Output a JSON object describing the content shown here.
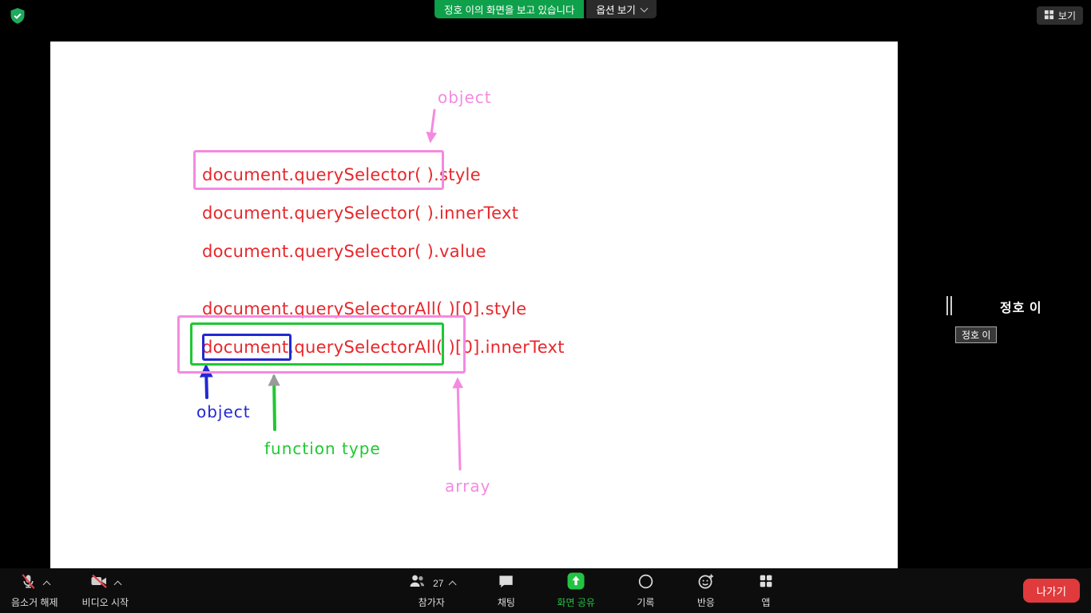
{
  "top_bar": {
    "banner_text": "정호 이의 화면을 보고 있습니다",
    "options_button": "옵션 보기",
    "view_button": "보기"
  },
  "shared": {
    "code_lines": [
      "document.querySelector( ).style",
      "document.querySelector( ).innerText",
      "document.querySelector( ).value",
      "document.querySelectorAll( )[0].style",
      "document.querySelectorAll( )[0].innerText"
    ],
    "labels": {
      "object_top": "object",
      "object_bottom": "object",
      "function_type": "function type",
      "array": "array"
    }
  },
  "participant": {
    "name": "정호 이",
    "video_tag": "정호 이"
  },
  "toolbar": {
    "mute": "음소거 해제",
    "video": "비디오 시작",
    "participants": "참가자",
    "participants_count": "27",
    "chat": "채팅",
    "share": "화면 공유",
    "record": "기록",
    "reactions": "반응",
    "apps": "앱",
    "leave": "나가기"
  },
  "icons": {
    "security_shield": "shield-check",
    "grid_view": "grid",
    "microphone": "mic-muted",
    "camera": "camera-muted",
    "participants": "people",
    "chat": "speech-bubble",
    "share_screen": "arrow-up-green-square",
    "record": "circle-ring",
    "reactions": "smiley-plus",
    "apps": "app-grid",
    "chevron_up": "chevron-up",
    "chevron_down": "chevron-down"
  },
  "colors": {
    "banner_green": "#0ea04a",
    "share_green": "#23c343",
    "code_red": "#e8272b",
    "annotation_pink": "#f48ae0",
    "annotation_green": "#1fc832",
    "annotation_blue": "#2328d2",
    "annotation_gray": "#9a9a9a",
    "leave_red": "#e03a3c",
    "shield_green": "#1ea95c"
  }
}
